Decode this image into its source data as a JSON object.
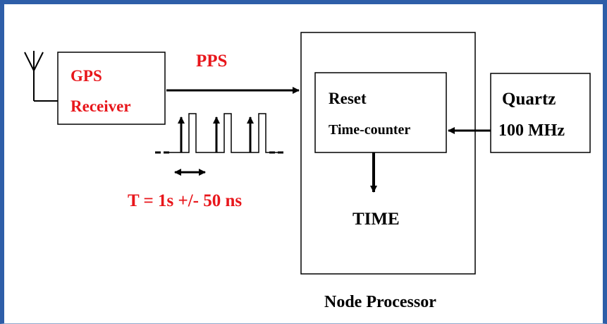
{
  "gps_receiver": {
    "line1": "GPS",
    "line2": "Receiver"
  },
  "pps_label": "PPS",
  "period_label": "T = 1s +/- 50 ns",
  "reset_box": {
    "line1": "Reset",
    "line2": "Time-counter"
  },
  "quartz_box": {
    "line1": "Quartz",
    "line2": "100 MHz"
  },
  "time_label": "TIME",
  "node_processor_label": "Node Processor",
  "colors": {
    "red_text": "#e8161b",
    "black": "#000000",
    "frame": "#2e5ea8"
  }
}
